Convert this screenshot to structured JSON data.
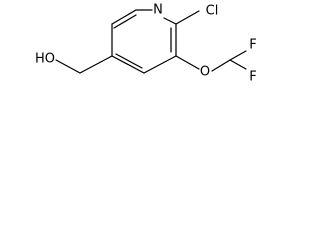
{
  "structure": {
    "atom_labels": {
      "n": "N",
      "cl": "Cl",
      "o_ether": "O",
      "f_upper": "F",
      "f_lower": "F",
      "oh": "HO"
    },
    "colors": {
      "ink": "#000000",
      "background": "#ffffff"
    }
  }
}
